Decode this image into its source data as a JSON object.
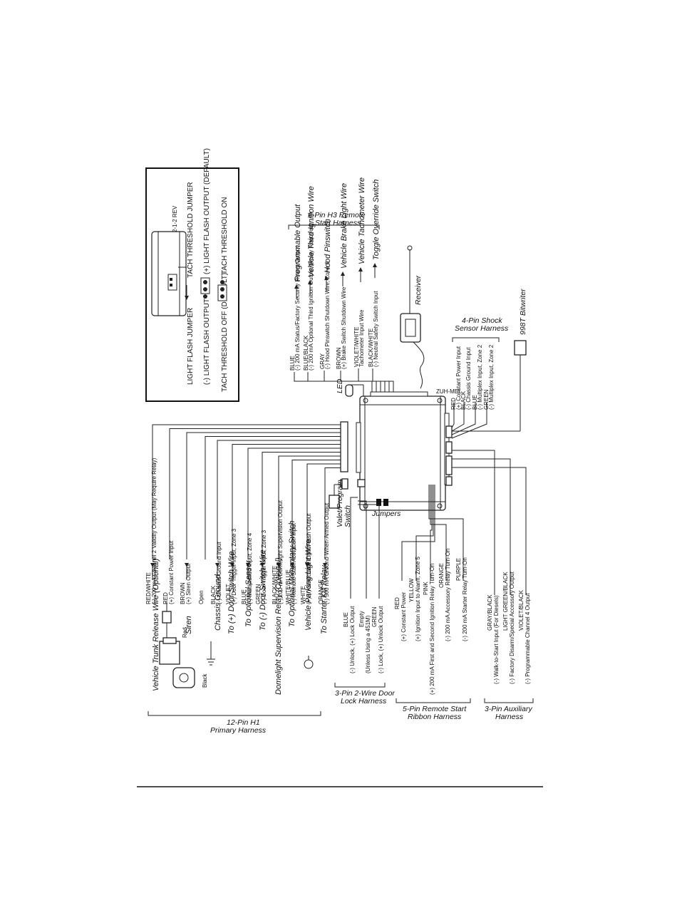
{
  "jumper_panel": {
    "light_flash_jumper": "LIGHT FLASH JUMPER",
    "tach_threshold_jumper": "TACH THRESHOLD JUMPER",
    "neg_light_flash": "(-) LIGHT FLASH OUTPUT",
    "pos_light_flash": "(+) LIGHT FLASH OUTPUT (DEFAULT)",
    "tach_off": "TACH THRESHOLD OFF (DEFAULT)",
    "tach_on": "TACH THRESHOLD ON"
  },
  "h3_harness": {
    "title": "6-Pin H3 Remote\nStart Harness",
    "wires": [
      {
        "color": "BLUE",
        "desc": "(-) 200 mA Status/Factory Security Rearm Output",
        "dest": "Programmable Output"
      },
      {
        "color": "BLUE/BLACK",
        "desc": "(-) 200 mA Optional Third Ignition Output (Relay Required)",
        "dest": "Vehicle Third Ignition Wire"
      },
      {
        "color": "GRAY",
        "desc": "(-) Hood Pinswitch Shutdown Wire, Zone 6",
        "dest": "Hood Pinswitch"
      },
      {
        "color": "BROWN",
        "desc": "(+) Brake Switch Shutdown Wire",
        "dest": "Vehicle Brake Light Wire"
      },
      {
        "color": "VIOLET/WHITE",
        "desc": "Tachometer Input Wire",
        "dest": "Vehicle Tachometer Wire"
      },
      {
        "color": "BLACK/WHITE",
        "desc": "(-) Neutral Safety Switch Input",
        "dest": "Toggle Override Switch"
      }
    ]
  },
  "receiver": "Receiver",
  "led": "LED",
  "shock_harness": {
    "title": "4-Pin Shock\nSensor Harness",
    "wires": [
      {
        "color": "RED",
        "desc": "(+) Constant Power Input"
      },
      {
        "color": "BLACK",
        "desc": "(-) Chassis Ground Input"
      },
      {
        "color": "BLUE",
        "desc": "(-) Multiplex Input, Zone 2"
      },
      {
        "color": "GREEN",
        "desc": "(-) Multiplex Input, Zone 2"
      }
    ]
  },
  "bitwriter": "998T Bitwriter",
  "h1_harness": {
    "title": "12-Pin H1\nPrimary Harness",
    "wires": [
      {
        "color": "RED/WHITE",
        "desc": "(-) 200 mA Channel 2 Validity Output (May Require Relay)",
        "dest": "Vehicle Trunk Release Wire (Optional)"
      },
      {
        "color": "RED",
        "desc": "(+) Constant Power Input",
        "dest": ""
      },
      {
        "color": "BROWN",
        "desc": "(+) Siren Output",
        "dest": "Siren"
      },
      {
        "color": "Open",
        "desc": "",
        "dest": ""
      },
      {
        "color": "BLACK",
        "desc": "(-) Chassis Ground Input",
        "dest": "Chassis Ground"
      },
      {
        "color": "VIOLET",
        "desc": "(+) Door Trigger Input, Zone 3",
        "dest": "To (+) Door Switch Wire"
      },
      {
        "color": "BLUE",
        "desc": "(-) Multiplexed Input, Zone 4",
        "dest": "To Optional Sensor"
      },
      {
        "color": "GREEN",
        "desc": "(-) Door Trigger Input, Zone 3",
        "dest": "To (-) Door Switch Wire"
      },
      {
        "color": "BLACK/WHITE",
        "desc": "(-) 200 mA Domelight Supervision Output",
        "dest": "Domelight Supervision Relay (Optional)"
      },
      {
        "color": "WHITE/BLUE",
        "desc": "(-) Remote Start Activation Input",
        "dest": "To Optional Momentary Switch"
      },
      {
        "color": "WHITE",
        "desc": "(+)/(-) Selectable Light Flash Output",
        "dest": "Vehicle Parking Light Wire"
      },
      {
        "color": "ORANGE",
        "desc": "(-) 500 mA Ground-When-Armed Output",
        "dest": "To Starter Kill Relay"
      }
    ],
    "relay_labels": {
      "red": "Red",
      "black": "Black"
    }
  },
  "door_lock_harness": {
    "title": "3-Pin 2-Wire Door\nLock Harness",
    "wires": [
      {
        "color": "BLUE",
        "desc": "(-) Unlock, (+) Lock Output"
      },
      {
        "color": "Empty",
        "desc": "(Unless Using a 451M)"
      },
      {
        "color": "GREEN",
        "desc": "(-) Lock, (+) Unlock Output"
      }
    ]
  },
  "remote_start_harness": {
    "title": "5-Pin Remote Start\nRibbon Harness",
    "wires": [
      {
        "color": "RED",
        "desc": "(+) Constant Power"
      },
      {
        "color": "YELLOW",
        "desc": "(+) Ignition Input to Alarm, Zone 5"
      },
      {
        "color": "PINK",
        "desc": "(+) 200 mA First and Second Ignition Relay Turn-On"
      },
      {
        "color": "ORANGE",
        "desc": "(-) 200 mA Accessory Relay Turn-On"
      },
      {
        "color": "PURPLE",
        "desc": "(-) 200 mA Starter Relay Turn-On"
      }
    ]
  },
  "aux_harness": {
    "title": "3-Pin Auxiliary\nHarness",
    "wires": [
      {
        "color": "GRAY/BLACK",
        "desc": "(-) Walk-to-Start Input (For Diesels)"
      },
      {
        "color": "LIGHT GREEN/BLACK",
        "desc": "(-) Factory Disarm/Special Accessory Output"
      },
      {
        "color": "VIOLET/BLACK",
        "desc": "(-) Programmable Channel 4 Output"
      }
    ]
  },
  "valet_switch": "Valet/Program\nSwitch",
  "jumpers": "Jumpers"
}
